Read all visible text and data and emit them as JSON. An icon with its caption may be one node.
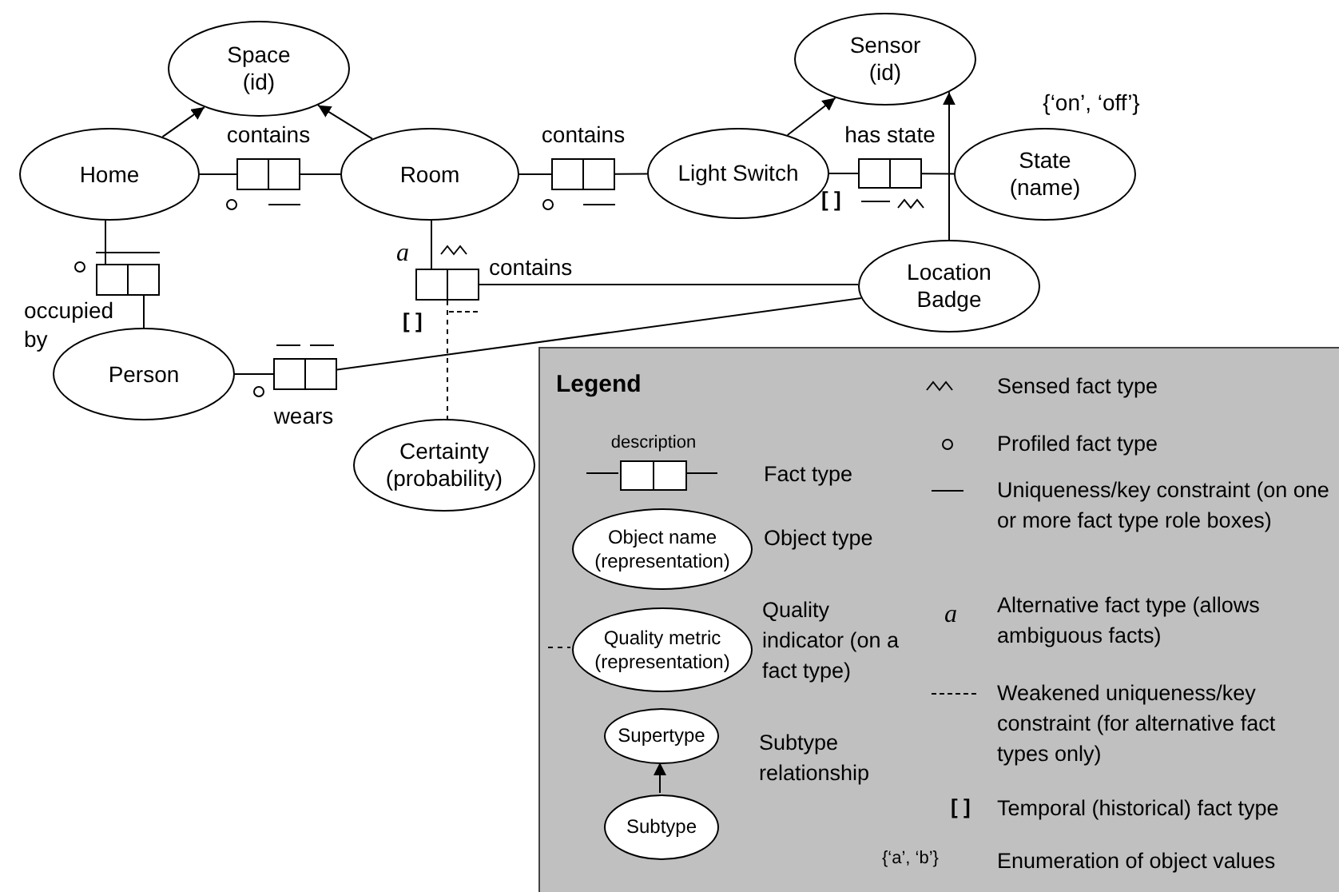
{
  "diagram": {
    "nodes": [
      {
        "text": [
          "Space (id)"
        ]
      },
      {
        "text": [
          "Sensor (id)"
        ]
      },
      {
        "text": [
          "Home"
        ]
      },
      {
        "text": [],
        "shape": "box",
        "beside": [
          "contains"
        ]
      },
      {
        "text": [
          "Room"
        ]
      },
      {
        "text": [],
        "shape": "box",
        "beside": [
          "contains"
        ]
      },
      {
        "text": [
          "Light Switch"
        ]
      },
      {
        "text": [],
        "shape": "box",
        "beside": [
          "has state"
        ]
      },
      {
        "text": [
          "State (name)"
        ],
        "beside": [
          "{‘on’, ‘off’}"
        ]
      },
      {
        "text": [],
        "shape": "box",
        "beside": [
          "occupied by"
        ]
      },
      {
        "text": [],
        "shape": "box",
        "beside": [
          "contains"
        ]
      },
      {
        "text": [
          "Location Badge"
        ]
      },
      {
        "text": [
          "Person"
        ]
      },
      {
        "text": [],
        "shape": "box",
        "beside": [
          "wears"
        ]
      },
      {
        "text": [
          "Certainty (probability)"
        ]
      },
      {
        "text": [
          "Legend"
        ]
      },
      {
        "text": [],
        "shape": "box",
        "beside": [
          "description"
        ],
        "in": 15
      },
      {
        "text": [
          "Object name (representation)"
        ],
        "in": 15
      },
      {
        "text": [
          "Quality metric (representation)"
        ],
        "in": 15
      },
      {
        "text": [
          "Supertype"
        ],
        "in": 15
      },
      {
        "text": [
          "Subtype"
        ],
        "in": 15
      }
    ],
    "edges": [
      {
        "from": 2,
        "to": 0,
        "arrow": "to"
      },
      {
        "from": 4,
        "to": 0,
        "arrow": "to"
      },
      {
        "from": 6,
        "to": 1,
        "arrow": "to"
      },
      {
        "from": 11,
        "to": 1,
        "arrow": "to"
      },
      {
        "from": 2,
        "to": 3,
        "arrow": "none"
      },
      {
        "from": 3,
        "to": 4,
        "arrow": "none"
      },
      {
        "from": 4,
        "to": 5,
        "arrow": "none"
      },
      {
        "from": 5,
        "to": 6,
        "arrow": "none"
      },
      {
        "from": 6,
        "to": 7,
        "arrow": "none"
      },
      {
        "from": 7,
        "to": 8,
        "arrow": "none"
      },
      {
        "from": 2,
        "to": 9,
        "arrow": "none"
      },
      {
        "from": 9,
        "to": 12,
        "arrow": "none"
      },
      {
        "from": 4,
        "to": 10,
        "arrow": "none"
      },
      {
        "from": 10,
        "to": 11,
        "arrow": "none"
      },
      {
        "from": 12,
        "to": 13,
        "arrow": "none"
      },
      {
        "from": 13,
        "to": 11,
        "arrow": "none"
      },
      {
        "from": 10,
        "to": 14,
        "arrow": "none",
        "style": "dashed"
      },
      {
        "from": null,
        "to": 16,
        "arrow": "none"
      },
      {
        "from": 16,
        "to": null,
        "arrow": "none"
      },
      {
        "from": null,
        "to": 18,
        "arrow": "none",
        "style": "dashed"
      },
      {
        "from": 20,
        "to": 19,
        "arrow": "to"
      }
    ],
    "labels": [
      "[ ]",
      "a",
      "[ ]",
      "a",
      "[ ]",
      "{‘a’, ‘b’}"
    ],
    "legend": [
      {
        "text": "Fact type"
      },
      {
        "text": "Object type"
      },
      {
        "text": "Quality indicator (on a fact type)"
      },
      {
        "text": "Subtype relationship"
      },
      {
        "text": "Sensed fact type"
      },
      {
        "text": "Profiled fact type"
      },
      {
        "text": "Uniqueness/key constraint (on one or more fact type role boxes)"
      },
      {
        "text": "Alternative fact type (allows ambiguous facts)"
      },
      {
        "text": "Weakened uniqueness/key constraint (for alternative fact types only)"
      },
      {
        "text": "Temporal (historical) fact type"
      },
      {
        "text": "Enumeration of object values"
      }
    ]
  }
}
